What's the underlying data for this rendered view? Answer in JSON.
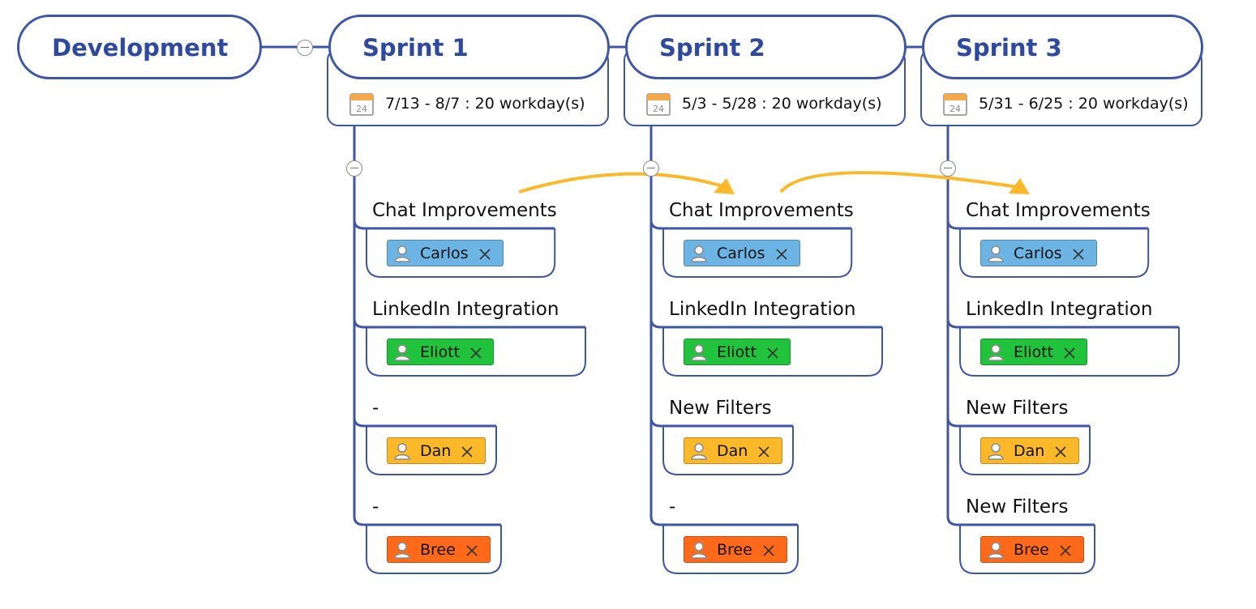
{
  "root": {
    "label": "Development"
  },
  "colors": {
    "outline": "#3f56a6",
    "title_text": "#2e4a9e",
    "arrow": "#fbb829",
    "Carlos": "#6cb4e4",
    "Eliott": "#22c33c",
    "Dan": "#fbb829",
    "Bree": "#ff6a1a"
  },
  "sprints": [
    {
      "title": "Sprint 1",
      "dates": "7/13 - 8/7 : 20 workday(s)",
      "calendar_day": "24",
      "tasks": [
        {
          "label": "Chat Improvements",
          "assignee": "Carlos"
        },
        {
          "label": "LinkedIn Integration",
          "assignee": "Eliott"
        },
        {
          "label": "-",
          "assignee": "Dan"
        },
        {
          "label": "-",
          "assignee": "Bree"
        }
      ]
    },
    {
      "title": "Sprint 2",
      "dates": "5/3 - 5/28 : 20 workday(s)",
      "calendar_day": "24",
      "tasks": [
        {
          "label": "Chat Improvements",
          "assignee": "Carlos"
        },
        {
          "label": "LinkedIn Integration",
          "assignee": "Eliott"
        },
        {
          "label": "New Filters",
          "assignee": "Dan"
        },
        {
          "label": "-",
          "assignee": "Bree"
        }
      ]
    },
    {
      "title": "Sprint 3",
      "dates": "5/31 - 6/25 : 20 workday(s)",
      "calendar_day": "24",
      "tasks": [
        {
          "label": "Chat Improvements",
          "assignee": "Carlos"
        },
        {
          "label": "LinkedIn Integration",
          "assignee": "Eliott"
        },
        {
          "label": "New Filters",
          "assignee": "Dan"
        },
        {
          "label": "New Filters",
          "assignee": "Bree"
        }
      ]
    }
  ]
}
